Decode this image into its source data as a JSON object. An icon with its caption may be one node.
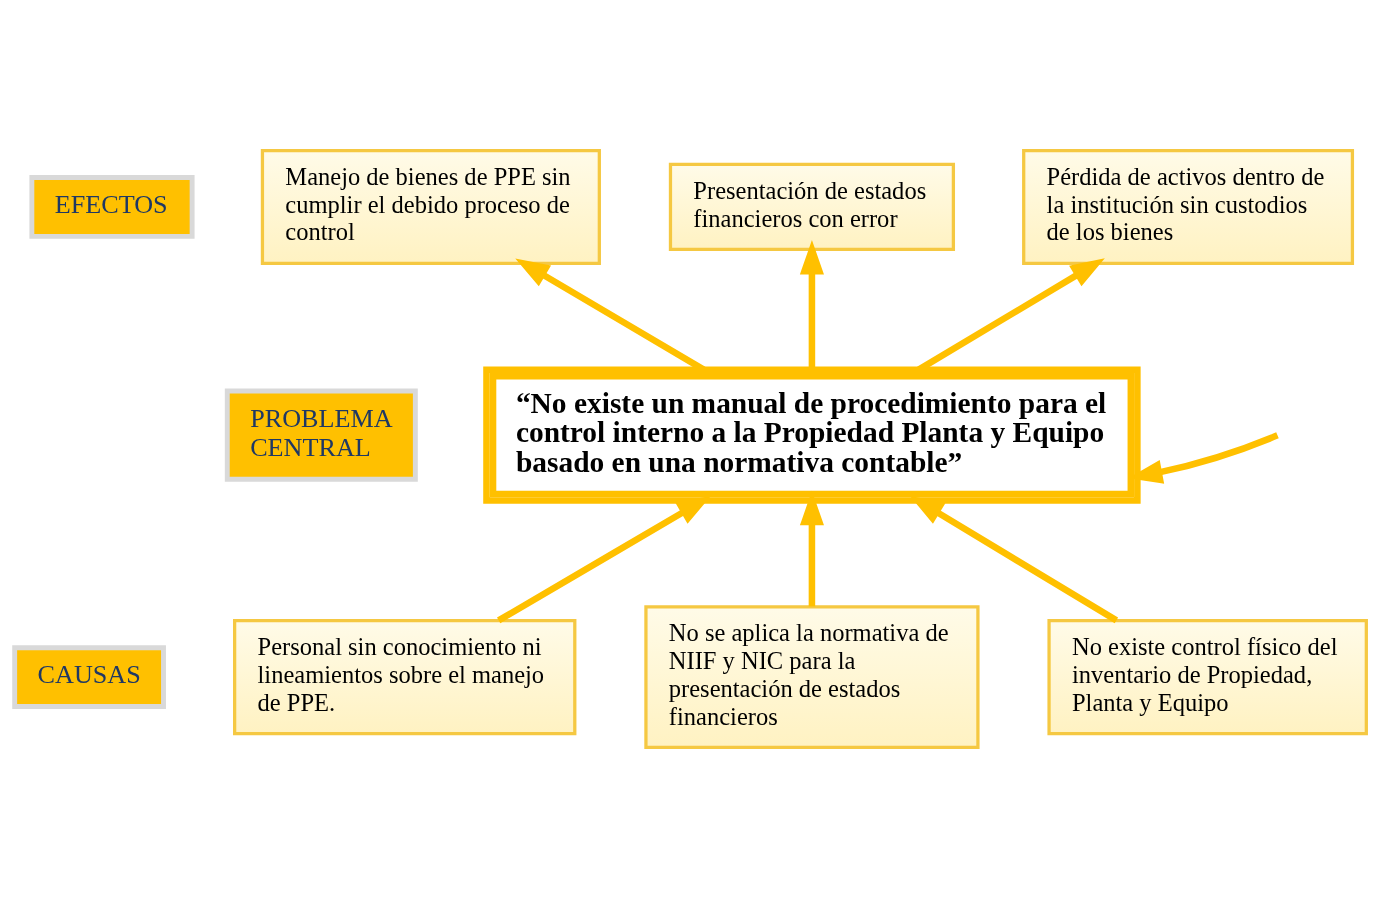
{
  "diagram": {
    "nodes": [
      {
        "text": [
          "EFECTOS"
        ]
      },
      {
        "text": [
          "Manejo de bienes de PPE sin cumplir el debido proceso de control"
        ]
      },
      {
        "text": [
          "Presentación de estados financieros con error"
        ]
      },
      {
        "text": [
          "Pérdida de activos dentro de la institución sin custodios de los bienes"
        ]
      },
      {
        "text": [
          "PROBLEMA CENTRAL"
        ]
      },
      {
        "text": [
          "“No existe un manual de procedimiento para el control interno a la Propiedad Planta y Equipo basado en una normativa contable”"
        ]
      },
      {
        "text": [
          "CAUSAS"
        ]
      },
      {
        "text": [
          "Personal sin conocimiento ni lineamientos sobre el manejo de PPE."
        ]
      },
      {
        "text": [
          "No se aplica la normativa de NIIF y NIC para la presentación de estados financieros"
        ]
      },
      {
        "text": [
          "No existe control físico del inventario de Propiedad, Planta y Equipo"
        ]
      }
    ],
    "edges": [
      {
        "from": 7,
        "to": 5,
        "arrow": "to"
      },
      {
        "from": 8,
        "to": 5,
        "arrow": "to"
      },
      {
        "from": 9,
        "to": 5,
        "arrow": "to"
      },
      {
        "from": 5,
        "to": 1,
        "arrow": "to"
      },
      {
        "from": 5,
        "to": 2,
        "arrow": "to"
      },
      {
        "from": 5,
        "to": 3,
        "arrow": "to"
      },
      {
        "from": null,
        "to": 5,
        "arrow": "to"
      }
    ]
  }
}
